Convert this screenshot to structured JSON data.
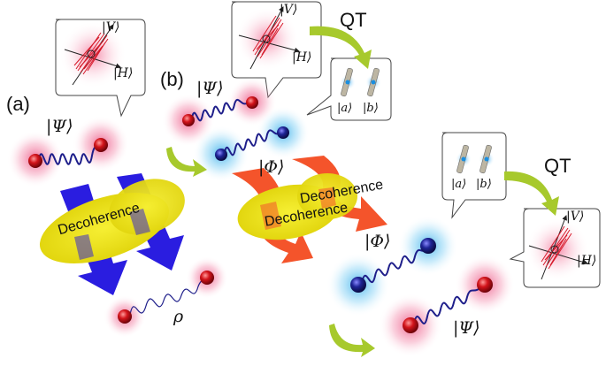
{
  "panels": {
    "a": "(a)",
    "b": "(b)"
  },
  "labels": {
    "psi_a": "|Ψ⟩",
    "psi_b_top": "|Ψ⟩",
    "phi_b_top": "|Φ⟩",
    "phi_b_bottom": "|Φ⟩",
    "psi_b_bottom": "|Ψ⟩",
    "rho": "ρ",
    "decoherence_a": "Decoherence",
    "decoherence_b1": "Decoherence",
    "decoherence_b2": "Decoherence",
    "qt_top": "QT",
    "qt_right": "QT",
    "axis_v": "|V⟩",
    "axis_h": "|H⟩",
    "axis_v2": "|V⟩",
    "axis_h2": "|H⟩",
    "mode_a": "|a⟩",
    "mode_b": "|b⟩",
    "mode_a2": "|a⟩",
    "mode_b2": "|b⟩"
  },
  "colors": {
    "red_glow": "#e8336b",
    "blue_glow": "#23a5e8",
    "arrow_blue": "#2a1de0",
    "arrow_orange": "#f4542b",
    "ellipse_yellow": "#ede317",
    "curve_green": "#a7c92c"
  }
}
